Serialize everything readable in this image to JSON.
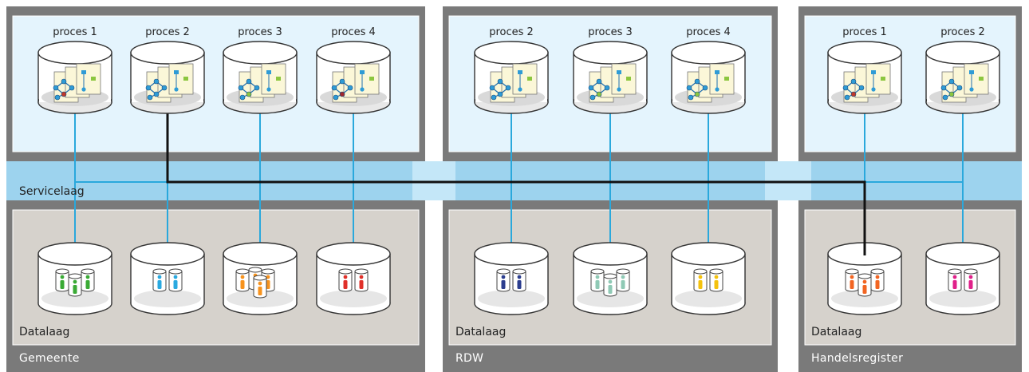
{
  "colors": {
    "org_frame": "#7a7a7a",
    "process_area": "#e4f4fd",
    "data_area": "#d6d2cc",
    "service_band": "#9fd8f4",
    "link_line": "#2aa8dc",
    "highlight_line": "#111111"
  },
  "service_layer": {
    "label": "Servicelaag"
  },
  "organizations": [
    {
      "name": "Gemeente",
      "data_label": "Datalaag",
      "processes": [
        {
          "label": "proces 1",
          "accent": "#c0392b"
        },
        {
          "label": "proces 2",
          "accent": "#2e9bd6"
        },
        {
          "label": "proces 3",
          "accent": "#8cc63f"
        },
        {
          "label": "proces 4",
          "accent": "#a0282d"
        }
      ],
      "databases": [
        {
          "color": "#3aaa35",
          "count": 3
        },
        {
          "color": "#29a9e0",
          "count": 2
        },
        {
          "color": "#f7931e",
          "count": 4
        },
        {
          "color": "#e0302a",
          "count": 2
        }
      ]
    },
    {
      "name": "RDW",
      "data_label": "Datalaag",
      "processes": [
        {
          "label": "proces 2",
          "accent": "#2e9bd6"
        },
        {
          "label": "proces 3",
          "accent": "#8cc63f"
        },
        {
          "label": "proces 4",
          "accent": "#8cc63f"
        }
      ],
      "databases": [
        {
          "color": "#2c3e8f",
          "count": 2
        },
        {
          "color": "#8fc9b5",
          "count": 3
        },
        {
          "color": "#f4c20d",
          "count": 2
        }
      ]
    },
    {
      "name": "Handelsregister",
      "data_label": "Datalaag",
      "processes": [
        {
          "label": "proces 1",
          "accent": "#c0392b"
        },
        {
          "label": "proces 2",
          "accent": "#8cc63f"
        }
      ],
      "databases": [
        {
          "color": "#f26522",
          "count": 3
        },
        {
          "color": "#e0218a",
          "count": 2
        }
      ]
    }
  ]
}
